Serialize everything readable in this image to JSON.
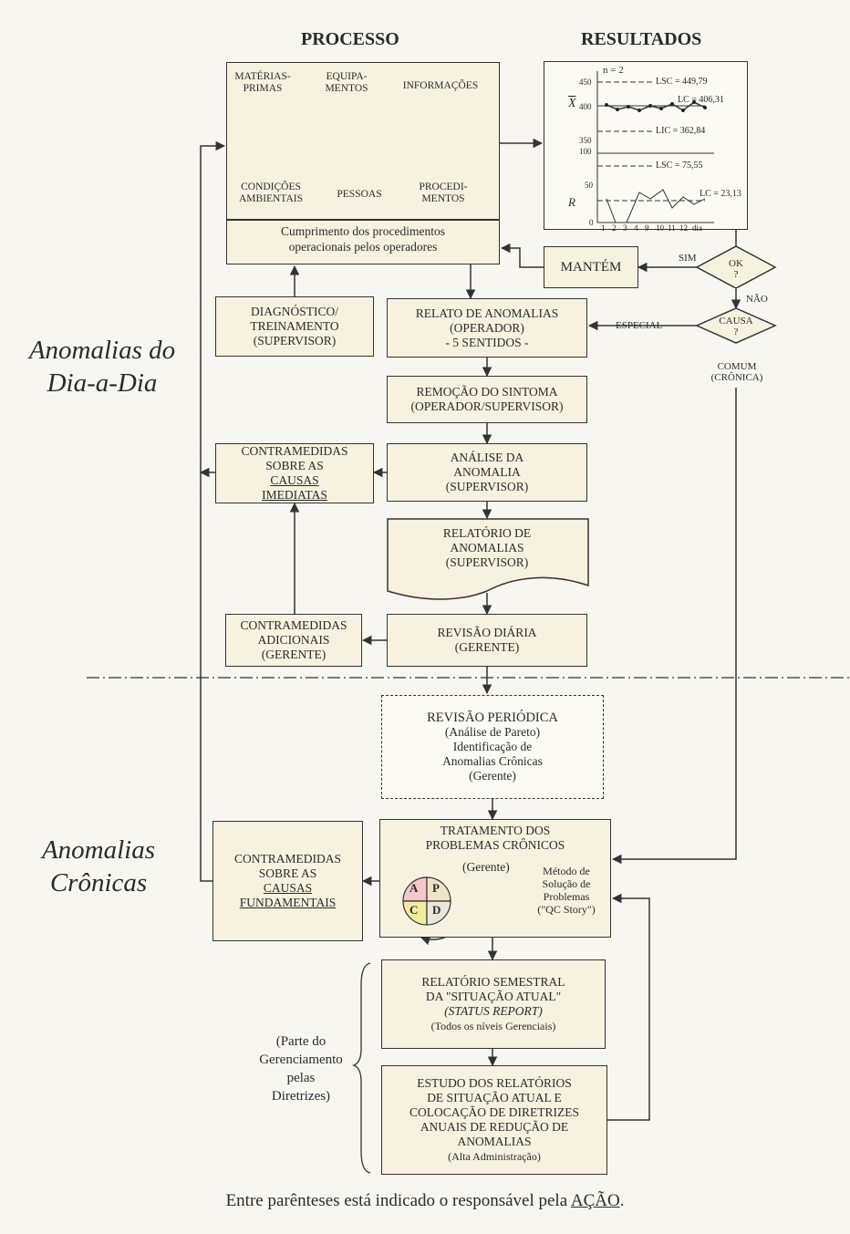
{
  "headers": {
    "process": "PROCESSO",
    "results": "RESULTADOS"
  },
  "side_labels": {
    "daily_1": "Anomalias do",
    "daily_2": "Dia-a-Dia",
    "chronic_1": "Anomalias",
    "chronic_2": "Crônicas"
  },
  "fishbone": {
    "top": [
      "MATÉRIAS-",
      "PRIMAS",
      "EQUIPA-",
      "MENTOS",
      "INFORMAÇÕES"
    ],
    "bottom": [
      "CONDIÇÕES",
      "AMBIENTAIS",
      "PESSOAS",
      "PROCEDI-",
      "MENTOS"
    ],
    "caption_1": "Cumprimento dos procedimentos",
    "caption_2": "operacionais pelos operadores"
  },
  "control_chart": {
    "n": "n = 2",
    "xbar_label": "X",
    "r_label": "R",
    "lsc_x": "LSC = 449,79",
    "lc_x": "LC = 406,31",
    "lic_x": "LIC = 362,84",
    "lsc_r": "LSC = 75,55",
    "lc_r": "LC = 23,13",
    "y_ticks_x": [
      "450",
      "400",
      "350"
    ],
    "y_ticks_r": [
      "100",
      "50",
      "0"
    ],
    "x_ticks": [
      "1",
      "2",
      "3",
      "4",
      "9",
      "10",
      "11",
      "12"
    ],
    "x_unit": "dia"
  },
  "decisions": {
    "ok_1": "OK",
    "ok_2": "?",
    "causa_1": "CAUSA",
    "causa_2": "?",
    "sim": "SIM",
    "nao": "NÃO",
    "especial": "ESPECIAL",
    "comum_1": "COMUM",
    "comum_2": "(CRÔNICA)"
  },
  "boxes": {
    "mantem": "MANTÉM",
    "diag": [
      "DIAGNÓSTICO/",
      "TREINAMENTO",
      "(SUPERVISOR)"
    ],
    "relato": [
      "RELATO DE ANOMALIAS",
      "(OPERADOR)",
      "- 5 SENTIDOS -"
    ],
    "remocao": [
      "REMOÇÃO DO SINTOMA",
      "(OPERADOR/SUPERVISOR)"
    ],
    "contra_imed": [
      "CONTRAMEDIDAS",
      "SOBRE AS",
      "CAUSAS",
      "IMEDIATAS"
    ],
    "analise": [
      "ANÁLISE DA",
      "ANOMALIA",
      "(SUPERVISOR)"
    ],
    "relatorio": [
      "RELATÓRIO DE",
      "ANOMALIAS",
      "(SUPERVISOR)"
    ],
    "contra_adic": [
      "CONTRAMEDIDAS",
      "ADICIONAIS",
      "(GERENTE)"
    ],
    "revisao_diaria": [
      "REVISÃO DIÁRIA",
      "(GERENTE)"
    ],
    "revisao_periodica": [
      "REVISÃO PERIÓDICA",
      "(Análise de Pareto)",
      "Identificação de",
      "Anomalias Crônicas",
      "(Gerente)"
    ],
    "tratamento": [
      "TRATAMENTO DOS",
      "PROBLEMAS CRÔNICOS",
      "(Gerente)"
    ],
    "metodo": [
      "Método de",
      "Solução de",
      "Problemas",
      "(\"QC Story\")"
    ],
    "pdca": [
      "A",
      "P",
      "C",
      "D"
    ],
    "contra_fund": [
      "CONTRAMEDIDAS",
      "SOBRE AS",
      "CAUSAS",
      "FUNDAMENTAIS"
    ],
    "semestral": [
      "RELATÓRIO SEMESTRAL",
      "DA \"SITUAÇÃO ATUAL\"",
      "(STATUS REPORT)",
      "(Todos os níveis Gerenciais)"
    ],
    "estudo": [
      "ESTUDO DOS RELATÓRIOS",
      "DE SITUAÇÃO ATUAL E",
      "COLOCAÇÃO DE DIRETRIZES",
      "ANUAIS DE REDUÇÃO DE",
      "ANOMALIAS",
      "(Alta Administração)"
    ]
  },
  "bracket_note": [
    "(Parte do",
    "Gerenciamento",
    "pelas",
    "Diretrizes)"
  ],
  "footer": {
    "text": "Entre parênteses está indicado o responsável pela ",
    "emph": "AÇÃO",
    "end": "."
  }
}
